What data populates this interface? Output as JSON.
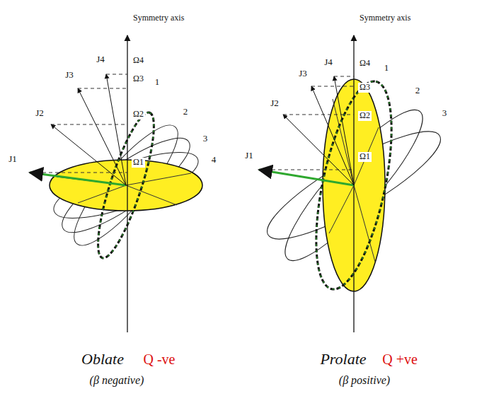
{
  "diagram": {
    "labels": [
      "Symmetry axis",
      "J1",
      "J2",
      "J3",
      "J4",
      "Ω1",
      "Ω2",
      "Ω3",
      "Ω4",
      "1",
      "2",
      "3",
      "4",
      "Oblate",
      "Q -ve",
      "(β negative)",
      "Symmetry axis",
      "J1",
      "J2",
      "J3",
      "J4",
      "Ω1",
      "Ω2",
      "Ω3",
      "Ω4",
      "1",
      "2",
      "3",
      "Prolate",
      "Q +ve",
      "(β positive)"
    ]
  }
}
